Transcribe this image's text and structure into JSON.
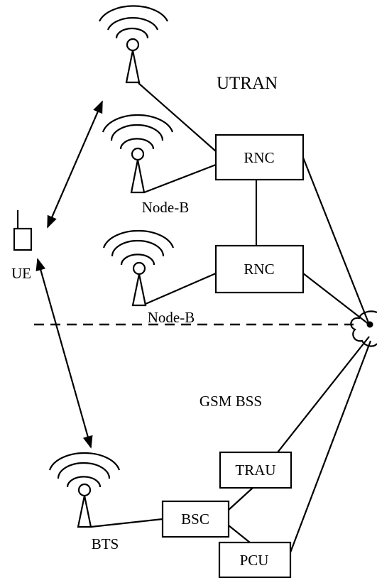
{
  "regions": {
    "utran": "UTRAN",
    "gsm_bss": "GSM BSS"
  },
  "nodes": {
    "rnc_top": "RNC",
    "rnc_bottom": "RNC",
    "trau": "TRAU",
    "bsc": "BSC",
    "pcu": "PCU"
  },
  "antennas": {
    "node_b_1": "Node-B",
    "node_b_2": "Node-B",
    "bts": "BTS"
  },
  "ue": "UE"
}
